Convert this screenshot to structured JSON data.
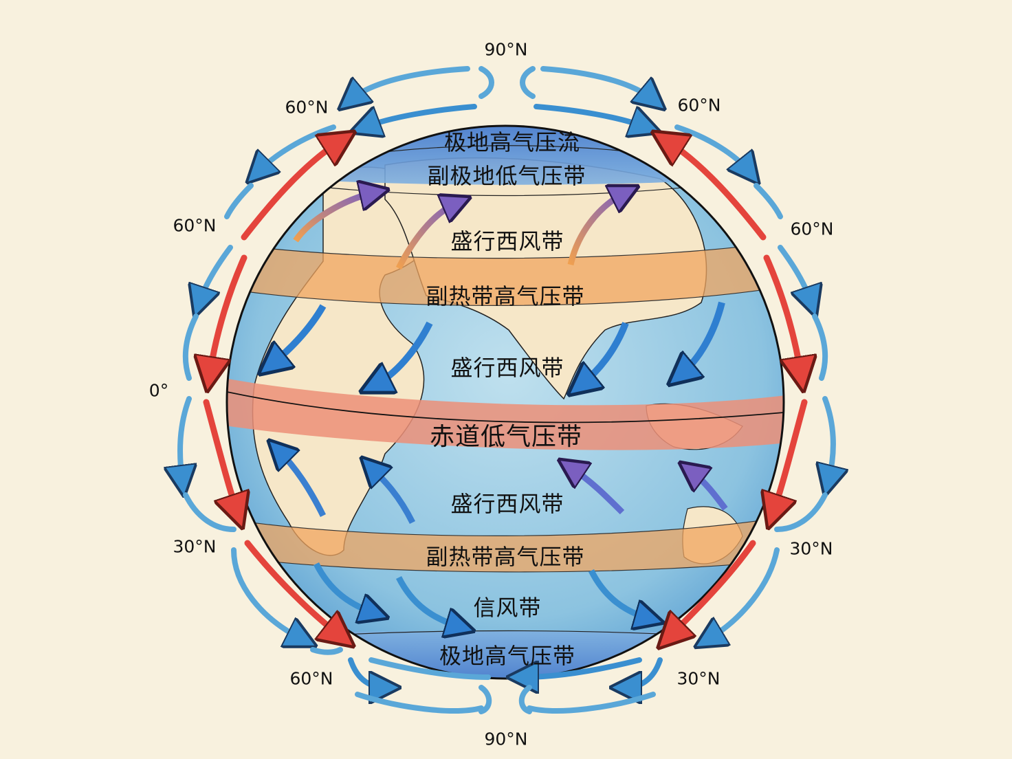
{
  "diagram": {
    "type": "global atmospheric circulation (three-cell model)",
    "background_color": "#f8f1de",
    "colors": {
      "polar_cap": "#4f7fd0",
      "ocean": "#8cc3e0",
      "ocean_deep": "#4f97cf",
      "land": "#f6e7c8",
      "subtropical_high_band": "#f0a560",
      "equatorial_low_band": "#ec8f78",
      "rising_warm_arrow": "#e4443c",
      "sinking_cold_arrow": "#3a8fd0",
      "westerly_arrow_gradient": [
        "#f0a050",
        "#7b5fc0"
      ],
      "outline": "#111111"
    }
  },
  "bands": {
    "polar_high_top": "极地高气压流",
    "subpolar_low": "副极地低气压带",
    "westerlies_north": "盛行西风带",
    "subtropical_high_north": "副热带高气压带",
    "westerlies_mid": "盛行西风带",
    "equatorial_low": "赤道低气压带",
    "westerlies_south": "盛行西风带",
    "subtropical_high_south": "副热带高气压带",
    "trade_winds": "信风带",
    "polar_high_bottom": "极地高气压带"
  },
  "latitude_labels": {
    "top_center": "90°N",
    "top_left": "60°N",
    "top_right": "60°N",
    "upper_left": "60°N",
    "upper_right": "60°N",
    "equator_left": "0°",
    "lower_left": "30°N",
    "lower_right": "30°N",
    "bottom_left": "60°N",
    "bottom_right": "30°N",
    "bottom_center": "90°N"
  }
}
